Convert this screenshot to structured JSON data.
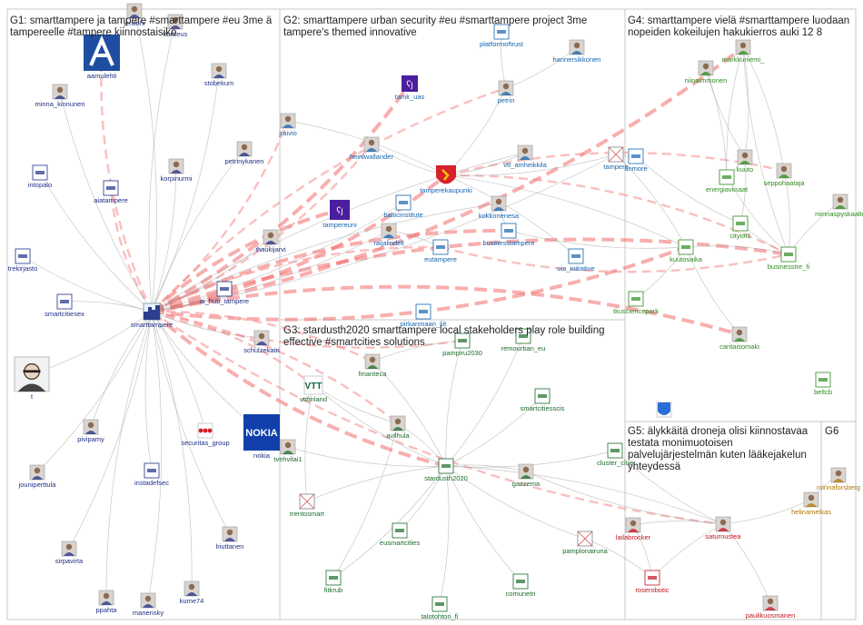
{
  "groups": [
    {
      "id": "G1",
      "title_lines": [
        "G1: smarttampere ja tampere #smarttampere #eu 3me ä",
        "tampereelle #tampere kiinnostaisiko"
      ]
    },
    {
      "id": "G2",
      "title_lines": [
        "G2: smarttampere urban security #eu #smarttampere project 3me",
        "tampere's themed innovative"
      ]
    },
    {
      "id": "G3",
      "title_lines": [
        "G3: stardusth2020 smarttampere local stakeholders play role building",
        "effective #smartcities solutions"
      ]
    },
    {
      "id": "G4",
      "title_lines": [
        "G4: smarttampere vielä #smarttampere luodaan",
        "nopeiden kokeilujen hakukierros auki 12 8"
      ]
    },
    {
      "id": "G5",
      "title_lines": [
        "G5: älykkäitä droneja olisi kiinnostavaa",
        "testata monimuotoisen",
        "palvelujärjestelmän kuten lääkejakelun",
        "yhteydessä"
      ]
    },
    {
      "id": "G6",
      "title_lines": [
        "G6"
      ]
    }
  ],
  "colors": {
    "G1": "#1f2f86",
    "G2": "#1565b0",
    "G3": "#1b6b2a",
    "G4": "#2e8b1f",
    "G5": "#c0181f",
    "G6": "#b07800",
    "edge": "#9a9a9a",
    "strong_edge": "#f26b6b"
  },
  "nodes": [
    {
      "id": "smarttampere",
      "label": "smarttampere",
      "group": "G1",
      "icon": "city-skyline-avatar"
    },
    {
      "id": "aamulehti",
      "label": "aamulehti",
      "group": "G1",
      "icon": "aamulehti-logo"
    },
    {
      "id": "kortteus",
      "label": "kortteus",
      "group": "G1",
      "icon": "photo-avatar"
    },
    {
      "id": "jenilohi",
      "label": "jenilohi",
      "group": "G1",
      "icon": "photo-avatar"
    },
    {
      "id": "minna_kinnunen",
      "label": "minna_kinnunen",
      "group": "G1",
      "icon": "photo-avatar"
    },
    {
      "id": "stobekum",
      "label": "stobekum",
      "group": "G1",
      "icon": "photo-avatar"
    },
    {
      "id": "petrinykanen",
      "label": "petrinykanen",
      "group": "G1",
      "icon": "photo-avatar"
    },
    {
      "id": "korpinurmi",
      "label": "korpinurmi",
      "group": "G1",
      "icon": "photo-avatar"
    },
    {
      "id": "intopalo",
      "label": "intopalo",
      "group": "G1",
      "icon": "logo-avatar"
    },
    {
      "id": "aiatampere",
      "label": "aiatampere",
      "group": "G1",
      "icon": "logo-avatar"
    },
    {
      "id": "ihaukijarvi",
      "label": "ihaukijarvi",
      "group": "G1",
      "icon": "photo-avatar"
    },
    {
      "id": "trekirjasto",
      "label": "trekirjasto",
      "group": "G1",
      "icon": "logo-avatar"
    },
    {
      "id": "ai_hub_tampere",
      "label": "ai_hub_tampere",
      "group": "G1",
      "icon": "logo-avatar"
    },
    {
      "id": "smartcitiesex",
      "label": "smartcitiesex",
      "group": "G1",
      "icon": "logo-avatar"
    },
    {
      "id": "schulzekatri",
      "label": "schulzekatri",
      "group": "G1",
      "icon": "photo-avatar"
    },
    {
      "id": "t",
      "label": "t",
      "group": "G1",
      "icon": "portrait-avatar"
    },
    {
      "id": "pivipamy",
      "label": "pivipamy",
      "group": "G1",
      "icon": "photo-avatar"
    },
    {
      "id": "securitas_group",
      "label": "securitas_group",
      "group": "G1",
      "icon": "securitas-logo"
    },
    {
      "id": "nokia",
      "label": "nokia",
      "group": "G1",
      "icon": "nokia-logo"
    },
    {
      "id": "jouniperttula",
      "label": "jouniperttula",
      "group": "G1",
      "icon": "photo-avatar"
    },
    {
      "id": "instadefsec",
      "label": "instadefsec",
      "group": "G1",
      "icon": "logo-avatar"
    },
    {
      "id": "sirpavirta",
      "label": "sirpavirta",
      "group": "G1",
      "icon": "photo-avatar"
    },
    {
      "id": "lriuttanen",
      "label": "lriuttanen",
      "group": "G1",
      "icon": "photo-avatar"
    },
    {
      "id": "kume74",
      "label": "kume74",
      "group": "G1",
      "icon": "photo-avatar"
    },
    {
      "id": "ppahta",
      "label": "ppahta",
      "group": "G1",
      "icon": "photo-avatar"
    },
    {
      "id": "manensky",
      "label": "manensky",
      "group": "G1",
      "icon": "photo-avatar"
    },
    {
      "id": "platformoftrust",
      "label": "platformoftrust",
      "group": "G2",
      "icon": "logo-avatar"
    },
    {
      "id": "hannersikkonen",
      "label": "hannersikkonen",
      "group": "G2",
      "icon": "photo-avatar"
    },
    {
      "id": "tamk_uas",
      "label": "tamk_uas",
      "group": "G2",
      "icon": "tamk-logo"
    },
    {
      "id": "petrin",
      "label": "petrin",
      "group": "G2",
      "icon": "photo-avatar"
    },
    {
      "id": "jraivio",
      "label": "jraivio",
      "group": "G2",
      "icon": "photo-avatar"
    },
    {
      "id": "heiniwallander",
      "label": "heiniwallander",
      "group": "G2",
      "icon": "photo-avatar"
    },
    {
      "id": "vtt_amheikkila",
      "label": "vtt_amheikkila",
      "group": "G2",
      "icon": "photo-avatar"
    },
    {
      "id": "tampere",
      "label": "tampere",
      "group": "G2",
      "icon": "broken-image-avatar"
    },
    {
      "id": "anmore",
      "label": "anmore",
      "group": "G2",
      "icon": "logo-avatar"
    },
    {
      "id": "tamperekaupunki",
      "label": "tamperekaupunki",
      "group": "G2",
      "icon": "tampere-crest"
    },
    {
      "id": "tampereuni",
      "label": "tampereuni",
      "group": "G2",
      "icon": "uni-logo"
    },
    {
      "id": "balticinstitute",
      "label": "balticinstitute",
      "group": "G2",
      "icon": "logo-avatar"
    },
    {
      "id": "kokkonenesa",
      "label": "kokkonenesa",
      "group": "G2",
      "icon": "photo-avatar"
    },
    {
      "id": "raijalindell",
      "label": "raijalindell",
      "group": "G2",
      "icon": "photo-avatar"
    },
    {
      "id": "businesstampere",
      "label": "businesstampere",
      "group": "G2",
      "icon": "logo-avatar"
    },
    {
      "id": "eutampere",
      "label": "eutampere",
      "group": "G2",
      "icon": "logo-avatar"
    },
    {
      "id": "uia_initiative",
      "label": "uia_initiative",
      "group": "G2",
      "icon": "logo-avatar"
    },
    {
      "id": "pirkanmaan_liit",
      "label": "pirkanmaan_liit",
      "group": "G2",
      "icon": "logo-avatar"
    },
    {
      "id": "fmanteca",
      "label": "fmanteca",
      "group": "G3",
      "icon": "photo-avatar"
    },
    {
      "id": "pampiru2030",
      "label": "pampiru2030",
      "group": "G3",
      "icon": "logo-avatar"
    },
    {
      "id": "remourban_eu",
      "label": "remourban_eu",
      "group": "G3",
      "icon": "logo-avatar"
    },
    {
      "id": "vttfinland",
      "label": "vttfinland",
      "group": "G3",
      "icon": "vtt-logo"
    },
    {
      "id": "smartcitiesscis",
      "label": "smartcitiesscis",
      "group": "G3",
      "icon": "logo-avatar"
    },
    {
      "id": "avilhula",
      "label": "avilhula",
      "group": "G3",
      "icon": "photo-avatar"
    },
    {
      "id": "tvehvilai1",
      "label": "tvehvilai1",
      "group": "G3",
      "icon": "photo-avatar"
    },
    {
      "id": "cluster_clue",
      "label": "cluster_clue",
      "group": "G3",
      "icon": "logo-avatar"
    },
    {
      "id": "stardusth2020",
      "label": "stardusth2020",
      "group": "G3",
      "icon": "logo-avatar"
    },
    {
      "id": "gazzema",
      "label": "gazzema",
      "group": "G3",
      "icon": "photo-avatar"
    },
    {
      "id": "trentosmart",
      "label": "trentosmart",
      "group": "G3",
      "icon": "broken-image-avatar"
    },
    {
      "id": "eusmartcities",
      "label": "eusmartcities",
      "group": "G3",
      "icon": "logo-avatar"
    },
    {
      "id": "pamplonairuna",
      "label": "pamplonairuna",
      "group": "G3",
      "icon": "broken-image-avatar"
    },
    {
      "id": "fitkrub",
      "label": "fitkrub",
      "group": "G3",
      "icon": "logo-avatar"
    },
    {
      "id": "comunetn",
      "label": "comunetn",
      "group": "G3",
      "icon": "logo-avatar"
    },
    {
      "id": "talotohtori_fi",
      "label": "talotohtori_fi",
      "group": "G3",
      "icon": "logo-avatar"
    },
    {
      "id": "markkuniemi_",
      "label": "markkuniemi_",
      "group": "G4",
      "icon": "photo-avatar"
    },
    {
      "id": "niinaimmonen",
      "label": "niinaimmonen",
      "group": "G4",
      "icon": "photo-avatar"
    },
    {
      "id": "kuuto",
      "label": "kuuto",
      "group": "G4",
      "icon": "photo-avatar"
    },
    {
      "id": "energiaviisaat",
      "label": "energiaviisaat",
      "group": "G4",
      "icon": "logo-avatar"
    },
    {
      "id": "seppohaataja",
      "label": "seppohaataja",
      "group": "G4",
      "icon": "photo-avatar"
    },
    {
      "id": "minnaspyskaalto",
      "label": "minnaspyskaalto",
      "group": "G4",
      "icon": "photo-avatar"
    },
    {
      "id": "cityiot1",
      "label": "cityiot1",
      "group": "G4",
      "icon": "logo-avatar"
    },
    {
      "id": "kuutosaika",
      "label": "kuutosaika",
      "group": "G4",
      "icon": "logo-avatar"
    },
    {
      "id": "businesstre_fi",
      "label": "businesstre_fi",
      "group": "G4",
      "icon": "logo-avatar"
    },
    {
      "id": "tkusciencepark",
      "label": "tkusciencepark",
      "group": "G4",
      "icon": "logo-avatar"
    },
    {
      "id": "caritaisomaki",
      "label": "caritaisomaki",
      "group": "G4",
      "icon": "photo-avatar"
    },
    {
      "id": "beltcb",
      "label": "beltcb",
      "group": "G4",
      "icon": "logo-avatar"
    },
    {
      "id": "turku_fi",
      "label": "",
      "group": "G4",
      "icon": "turku-crest"
    },
    {
      "id": "lailabrocker",
      "label": "lailabrocker",
      "group": "G5",
      "icon": "photo-avatar"
    },
    {
      "id": "saturnustea",
      "label": "saturnustea",
      "group": "G5",
      "icon": "photo-avatar"
    },
    {
      "id": "roserobotic",
      "label": "roserobotic",
      "group": "G5",
      "icon": "logo-avatar"
    },
    {
      "id": "paulikuosmanen",
      "label": "paulikuosmanen",
      "group": "G5",
      "icon": "photo-avatar"
    },
    {
      "id": "minnaforsberg",
      "label": "minnaforsberg",
      "group": "G6",
      "icon": "photo-avatar"
    },
    {
      "id": "helinamelkas",
      "label": "helinamelkas",
      "group": "G6",
      "icon": "photo-avatar"
    }
  ],
  "edges": [
    [
      "smarttampere",
      "aamulehti",
      2
    ],
    [
      "smarttampere",
      "tamk_uas",
      3
    ],
    [
      "smarttampere",
      "tampereuni",
      3
    ],
    [
      "smarttampere",
      "tamperekaupunki",
      3
    ],
    [
      "smarttampere",
      "businesstampere",
      3
    ],
    [
      "smarttampere",
      "heiniwallander",
      2
    ],
    [
      "smarttampere",
      "eutampere",
      2
    ],
    [
      "smarttampere",
      "jraivio",
      2
    ],
    [
      "smarttampere",
      "petrin",
      2
    ],
    [
      "smarttampere",
      "kuutosaika",
      3
    ],
    [
      "smarttampere",
      "businesstre_fi",
      3
    ],
    [
      "smarttampere",
      "markkuniemi_",
      3
    ],
    [
      "smarttampere",
      "caritaisomaki",
      3
    ],
    [
      "smarttampere",
      "stardusth2020",
      3
    ],
    [
      "smarttampere",
      "aiatampere",
      2
    ],
    [
      "smarttampere",
      "ai_hub_tampere",
      2
    ],
    [
      "smarttampere",
      "vttfinland",
      2
    ],
    [
      "smarttampere",
      "saturnustea",
      2
    ],
    [
      "smarttampere",
      "fmanteca",
      2
    ],
    [
      "smarttampere",
      "pampiru2030",
      2
    ],
    [
      "smarttampere",
      "avilhula",
      2
    ],
    [
      "smarttampere",
      "schulzekatri",
      1
    ],
    [
      "smarttampere",
      "kortteus",
      1
    ],
    [
      "smarttampere",
      "jenilohi",
      1
    ],
    [
      "smarttampere",
      "minna_kinnunen",
      1
    ],
    [
      "smarttampere",
      "stobekum",
      1
    ],
    [
      "smarttampere",
      "petrinykanen",
      1
    ],
    [
      "smarttampere",
      "korpinurmi",
      1
    ],
    [
      "smarttampere",
      "intopalo",
      1
    ],
    [
      "smarttampere",
      "ihaukijarvi",
      1
    ],
    [
      "smarttampere",
      "trekirjasto",
      1
    ],
    [
      "smarttampere",
      "smartcitiesex",
      1
    ],
    [
      "smarttampere",
      "t",
      1
    ],
    [
      "smarttampere",
      "pivipamy",
      1
    ],
    [
      "smarttampere",
      "securitas_group",
      1
    ],
    [
      "smarttampere",
      "nokia",
      1
    ],
    [
      "smarttampere",
      "jouniperttula",
      1
    ],
    [
      "smarttampere",
      "instadefsec",
      1
    ],
    [
      "smarttampere",
      "sirpavirta",
      1
    ],
    [
      "smarttampere",
      "lriuttanen",
      1
    ],
    [
      "smarttampere",
      "kume74",
      1
    ],
    [
      "smarttampere",
      "ppahta",
      1
    ],
    [
      "smarttampere",
      "manensky",
      1
    ],
    [
      "smarttampere",
      "tampere",
      1
    ],
    [
      "smarttampere",
      "vtt_amheikkila",
      1
    ],
    [
      "smarttampere",
      "balticinstitute",
      1
    ],
    [
      "smarttampere",
      "kokkonenesa",
      1
    ],
    [
      "smarttampere",
      "raijalindell",
      1
    ],
    [
      "tamperekaupunki",
      "businesstre_fi",
      2
    ],
    [
      "eutampere",
      "businesstre_fi",
      2
    ],
    [
      "tamperekaupunki",
      "seppohaataja",
      2
    ],
    [
      "tamperekaupunki",
      "tampere",
      1
    ],
    [
      "tamperekaupunki",
      "kuutosaika",
      1
    ],
    [
      "businesstampere",
      "kuutosaika",
      1
    ],
    [
      "jraivio",
      "tamperekaupunki",
      1
    ],
    [
      "heiniwallander",
      "tamperekaupunki",
      1
    ],
    [
      "vtt_amheikkila",
      "tamperekaupunki",
      1
    ],
    [
      "kokkonenesa",
      "businesstampere",
      1
    ],
    [
      "raijalindell",
      "eutampere",
      1
    ],
    [
      "uia_initiative",
      "tamperekaupunki",
      1
    ],
    [
      "petrin",
      "tamperekaupunki",
      1
    ],
    [
      "platformoftrust",
      "petrin",
      1
    ],
    [
      "hannersikkonen",
      "petrin",
      1
    ],
    [
      "tampere",
      "anmore",
      1
    ],
    [
      "tampere",
      "kuutosaika",
      1
    ],
    [
      "anmore",
      "cityiot1",
      1
    ],
    [
      "markkuniemi_",
      "kuuto",
      1
    ],
    [
      "niinaimmonen",
      "kuuto",
      1
    ],
    [
      "kuuto",
      "energiaviisaat",
      1
    ],
    [
      "energiaviisaat",
      "businesstre_fi",
      1
    ],
    [
      "seppohaataja",
      "businesstre_fi",
      1
    ],
    [
      "cityiot1",
      "businesstre_fi",
      1
    ],
    [
      "kuutosaika",
      "businesstre_fi",
      1
    ],
    [
      "minnaspyskaalto",
      "businesstre_fi",
      1
    ],
    [
      "kuuto",
      "cityiot1",
      1
    ],
    [
      "markkuniemi_",
      "businesstre_fi",
      1
    ],
    [
      "niinaimmonen",
      "energiaviisaat",
      1
    ],
    [
      "markkuniemi_",
      "energiaviisaat",
      1
    ],
    [
      "caritaisomaki",
      "kuutosaika",
      1
    ],
    [
      "tkusciencepark",
      "kuutosaika",
      1
    ],
    [
      "markkuniemi_",
      "seppohaataja",
      1
    ],
    [
      "stardusth2020",
      "fmanteca",
      1
    ],
    [
      "stardusth2020",
      "pampiru2030",
      1
    ],
    [
      "stardusth2020",
      "remourban_eu",
      1
    ],
    [
      "stardusth2020",
      "vttfinland",
      1
    ],
    [
      "stardusth2020",
      "avilhula",
      1
    ],
    [
      "stardusth2020",
      "tvehvilai1",
      1
    ],
    [
      "stardusth2020",
      "cluster_clue",
      1
    ],
    [
      "stardusth2020",
      "gazzema",
      1
    ],
    [
      "stardusth2020",
      "trentosmart",
      1
    ],
    [
      "stardusth2020",
      "eusmartcities",
      1
    ],
    [
      "stardusth2020",
      "pamplonairuna",
      1
    ],
    [
      "stardusth2020",
      "fitkrub",
      1
    ],
    [
      "stardusth2020",
      "comunetn",
      1
    ],
    [
      "stardusth2020",
      "talotohtori_fi",
      1
    ],
    [
      "stardusth2020",
      "smartcitiesscis",
      1
    ],
    [
      "stardusth2020",
      "saturnustea",
      1
    ],
    [
      "vttfinland",
      "avilhula",
      1
    ],
    [
      "fmanteca",
      "pampiru2030",
      1
    ],
    [
      "cluster_clue",
      "saturnustea",
      1
    ],
    [
      "avilhula",
      "fitkrub",
      1
    ],
    [
      "vttfinland",
      "trentosmart",
      1
    ],
    [
      "lailabrocker",
      "roserobotic",
      1
    ],
    [
      "saturnustea",
      "roserobotic",
      1
    ],
    [
      "saturnustea",
      "paulikuosmanen",
      1
    ],
    [
      "saturnustea",
      "helinamelkas",
      1
    ],
    [
      "lailabrocker",
      "saturnustea",
      1
    ],
    [
      "minnaforsberg",
      "helinamelkas",
      1
    ],
    [
      "pamplonairuna",
      "roserobotic",
      1
    ],
    [
      "gazzema",
      "saturnustea",
      1
    ]
  ]
}
